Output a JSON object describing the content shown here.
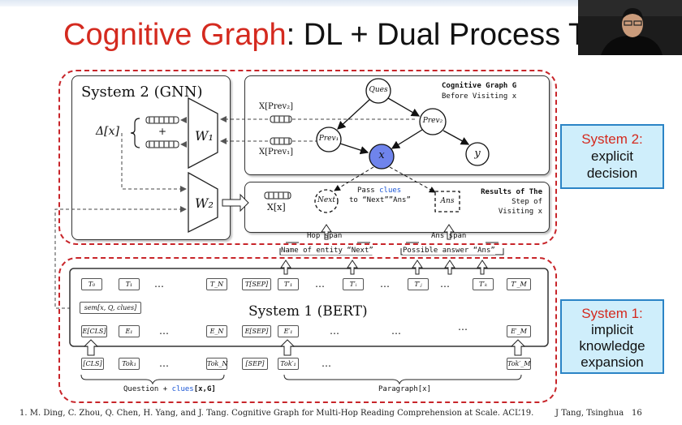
{
  "slide": {
    "title_red": "Cognitive Graph",
    "title_rest": ": DL + Dual Process The",
    "footnote": "1.   M. Ding, C. Zhou, Q. Chen, H. Yang, and J. Tang. Cognitive Graph for Multi-Hop Reading Comprehension at Scale. ACL’19.",
    "author": "J Tang, Tsinghua",
    "page": "16"
  },
  "system2": {
    "gnn_title": "System 2 (GNN)",
    "prev2": "X[Prev₂]",
    "prev1": "X[Prev₁]",
    "delta": "Δ[x]",
    "plus": "+",
    "w1": "W₁",
    "w2": "W₂",
    "graph_title": "Cognitive Graph G",
    "graph_subtitle": "Before Visiting x",
    "nodes": {
      "ques": "Ques",
      "prev2": "Prev₂",
      "prev1": "Prev₁",
      "x": "x",
      "y": "y"
    },
    "visit": {
      "xx": "X[x]",
      "next": "Next",
      "pass_line1a": "Pass",
      "clues": "clues",
      "pass_line2": "to “Next””Ans”",
      "ans": "Ans",
      "results1": "Results of The",
      "results2": "Step of",
      "results3": "Visiting x"
    }
  },
  "spans": {
    "hop_span": "Hop span",
    "ans_span": "Ans span",
    "name_entity": "Name of entity “Next”",
    "possible_answer": "Possible answer “Ans”"
  },
  "system1": {
    "bert_title": "System 1 (BERT)",
    "sem": "sem[x, Q, clues]",
    "top_row": [
      "T₀",
      "T₁",
      "T_N",
      "T[SEP]",
      "T′₁",
      "T′ᵢ",
      "T′ⱼ",
      "T′ₖ",
      "T′_M"
    ],
    "emb_row": [
      "E[CLS]",
      "E₁",
      "E_N",
      "E[SEP]",
      "E′₁",
      "E′_M"
    ],
    "tok_row": [
      "[CLS]",
      "Tok₁",
      "Tok_N",
      "[SEP]",
      "Tok′₁",
      "Tok′_M"
    ],
    "ellipsis": "…",
    "question_label_a": "Question + ",
    "question_label_clues": "clues",
    "question_label_b": "[x,G]",
    "paragraph_label": "Paragraph[x]"
  },
  "side_boxes": {
    "sys2": {
      "title": "System 2:",
      "line2": "explicit",
      "line3": "decision"
    },
    "sys1": {
      "title": "System 1:",
      "line2": "implicit",
      "line3": "knowledge",
      "line4": "expansion"
    }
  }
}
